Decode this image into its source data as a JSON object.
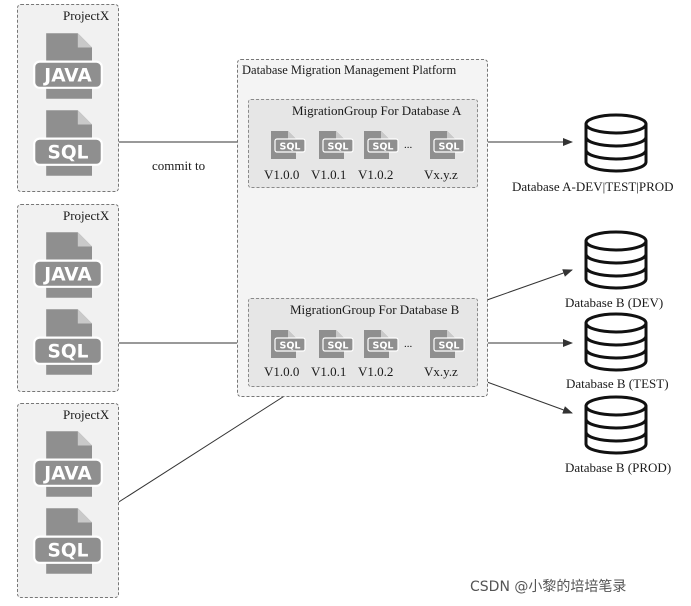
{
  "projects": [
    {
      "title": "ProjectX",
      "java_label": "JAVA",
      "sql_label": "SQL"
    },
    {
      "title": "ProjectX",
      "java_label": "JAVA",
      "sql_label": "SQL"
    },
    {
      "title": "ProjectX",
      "java_label": "JAVA",
      "sql_label": "SQL"
    }
  ],
  "platform": {
    "title": "Database Migration Management Platform"
  },
  "group_a": {
    "title": "MigrationGroup For Database A",
    "icon_label": "SQL",
    "versions": [
      "V1.0.0",
      "V1.0.1",
      "V1.0.2",
      "Vx.y.z"
    ],
    "ellipsis": "..."
  },
  "group_b": {
    "title": "MigrationGroup For Database B",
    "icon_label": "SQL",
    "versions": [
      "V1.0.0",
      "V1.0.1",
      "V1.0.2",
      "Vx.y.z"
    ],
    "ellipsis": "..."
  },
  "commit_label": "commit to",
  "databases": {
    "a": "Database A-DEV|TEST|PROD",
    "b_dev": "Database B (DEV)",
    "b_test": "Database B (TEST)",
    "b_prod": "Database B (PROD)"
  },
  "watermark": "CSDN @小黎的培培笔录",
  "colors": {
    "icon_fill": "#8f8f8f",
    "box_fill": "#f1f1f1",
    "group_fill": "#e6e6e6"
  }
}
